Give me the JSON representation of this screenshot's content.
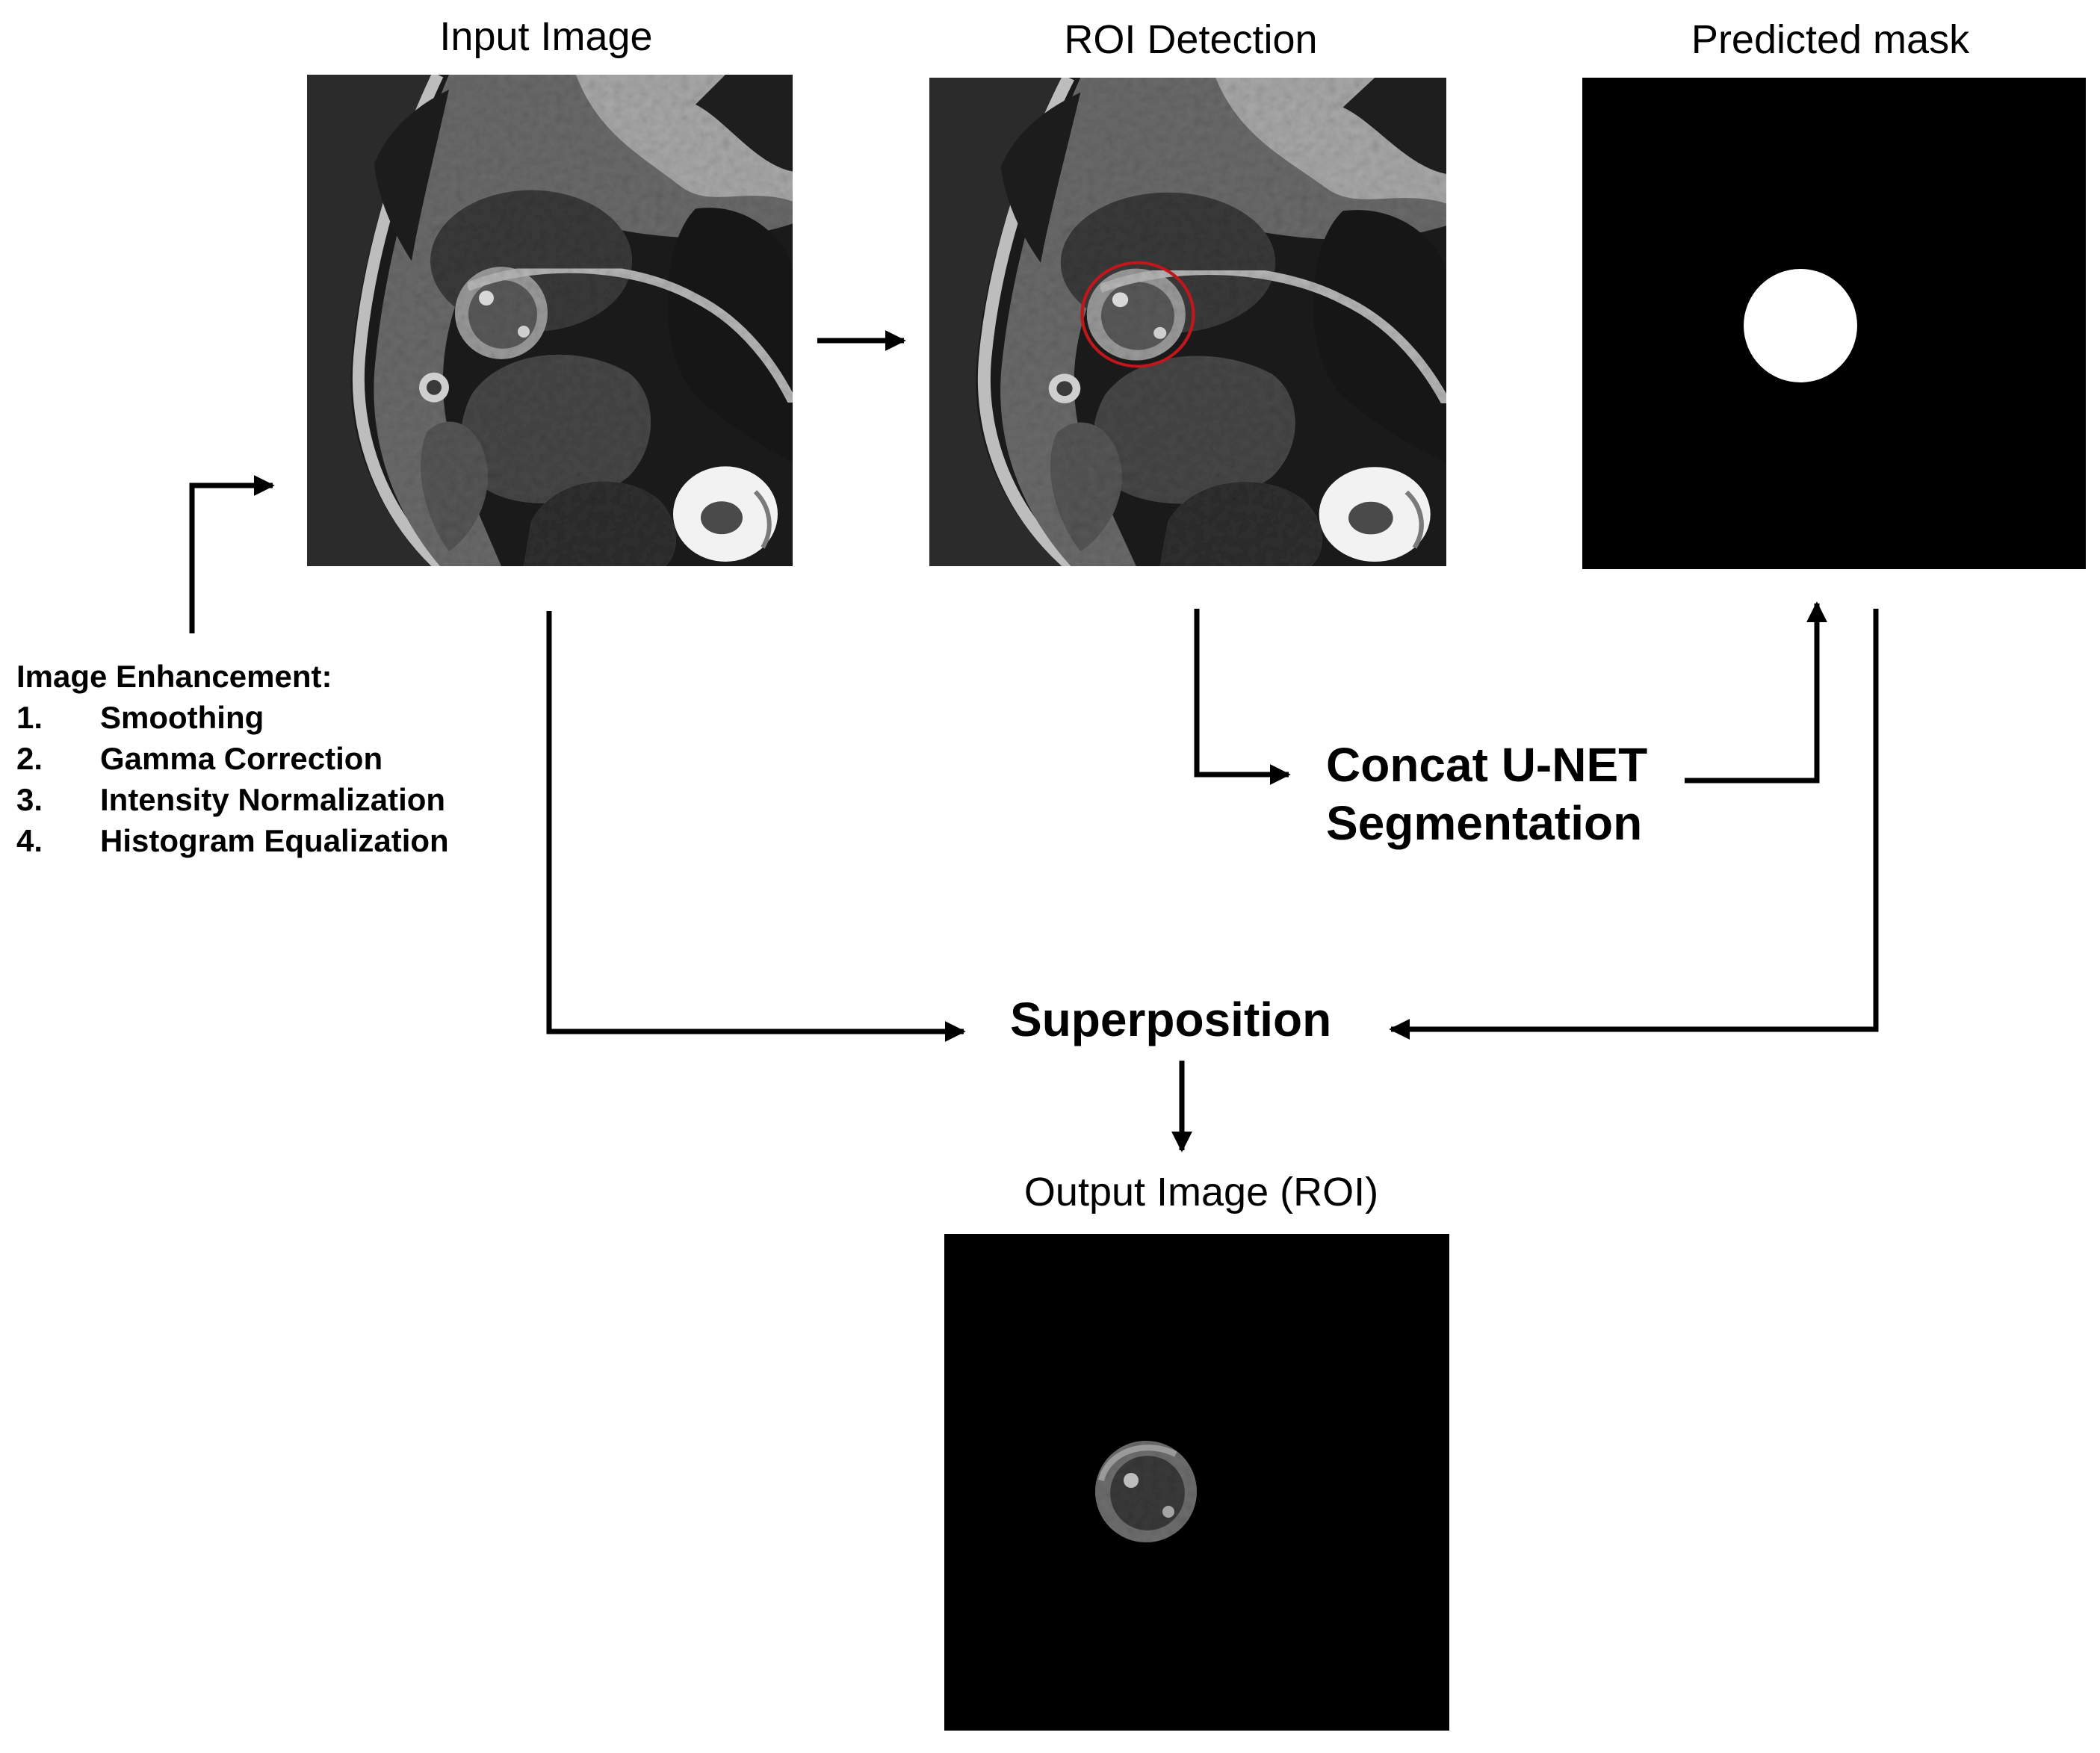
{
  "panels": {
    "input": {
      "title": "Input Image"
    },
    "roi": {
      "title": "ROI Detection",
      "marker_color": "#c0161c"
    },
    "mask": {
      "title": "Predicted mask"
    },
    "output": {
      "title": "Output Image (ROI)"
    }
  },
  "enhancement": {
    "heading": "Image Enhancement:",
    "steps": [
      {
        "num": "1.",
        "label": "Smoothing"
      },
      {
        "num": "2.",
        "label": "Gamma Correction"
      },
      {
        "num": "3.",
        "label": "Intensity Normalization"
      },
      {
        "num": "4.",
        "label": "Histogram Equalization"
      }
    ]
  },
  "segmentation": {
    "line1": "Concat U-NET",
    "line2": "Segmentation"
  },
  "superposition": {
    "label": "Superposition"
  }
}
